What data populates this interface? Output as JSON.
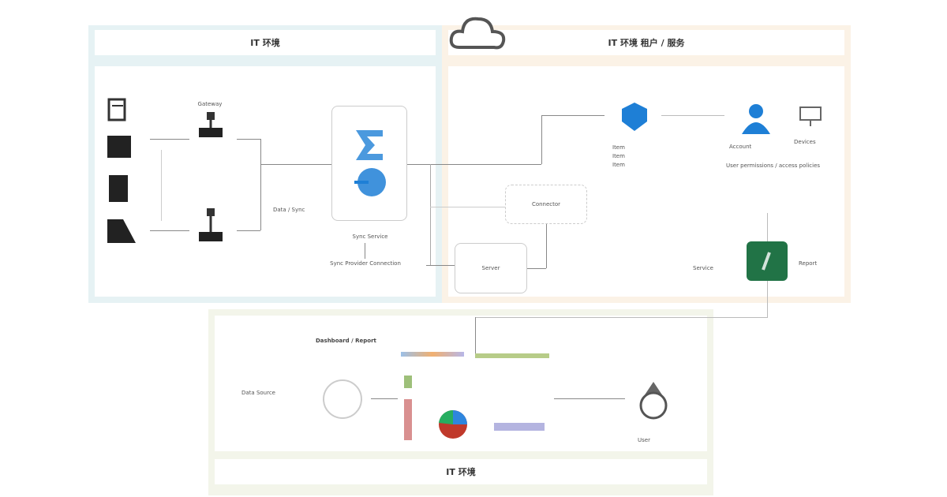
{
  "zones": {
    "left_title": "IT 环境",
    "right_title": "IT 环境 租户 / 服务",
    "bottom_title": "IT 环境"
  },
  "labels": {
    "gateway_top": "Gateway",
    "sync_service": "Sync Service",
    "sync_note": "Data / Sync",
    "sync_footer": "Sync Provider Connection",
    "connector": "Connector",
    "server_box": "Server",
    "app_user": "Account",
    "app_user_note": "User permissions / access policies",
    "devices": "Devices",
    "identity_list_1": "Item",
    "identity_list_2": "Item",
    "identity_list_3": "Item",
    "excel_left": "Service",
    "excel_right": "Report",
    "dashboard_title": "Dashboard / Report",
    "db_user": "User",
    "bottom_left_note": "Data Source"
  },
  "colors": {
    "left_zone": "#e6f2f4",
    "right_zone": "#fbf2e6",
    "bottom_zone": "#f3f5ea",
    "azure_blue": "#1e7fd6",
    "excel_green": "#217346"
  }
}
